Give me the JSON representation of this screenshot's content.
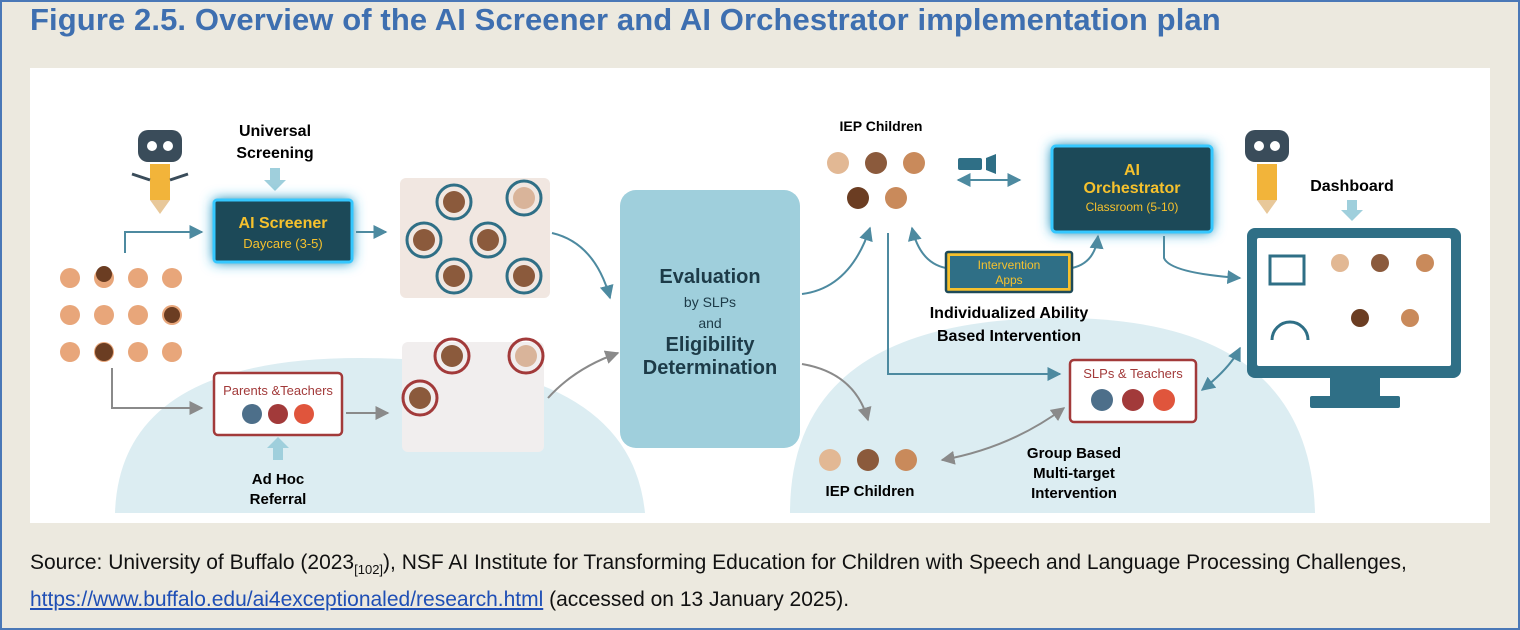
{
  "figure": {
    "title": "Figure 2.5. Overview of the AI Screener and AI Orchestrator implementation plan"
  },
  "diagram": {
    "universal_screening": [
      "Universal",
      "Screening"
    ],
    "ai_screener": {
      "title": "AI Screener",
      "subtitle": "Daycare (3-5)"
    },
    "parents_teachers": "Parents &Teachers",
    "ad_hoc_referral": [
      "Ad Hoc",
      "Referral"
    ],
    "evaluation": {
      "line1": "Evaluation",
      "line2": "by SLPs",
      "line3": "and",
      "line4": "Eligibility",
      "line5": "Determination"
    },
    "iep_children_top": "IEP Children",
    "iep_children_bottom": "IEP Children",
    "ai_orchestrator": {
      "line1": "AI",
      "line2": "Orchestrator",
      "subtitle": "Classroom (5-10)"
    },
    "dashboard": "Dashboard",
    "intervention_apps": [
      "Intervention",
      "Apps"
    ],
    "individualized": [
      "Individualized Ability",
      "Based Intervention"
    ],
    "slps_teachers": "SLPs & Teachers",
    "group_based": [
      "Group Based",
      "Multi-target",
      "Intervention"
    ]
  },
  "colors": {
    "title_blue": "#3e6fb0",
    "teal_box": "#9fcfdc",
    "dark_box": "#1e4a58",
    "glow": "#35c8ff",
    "gold": "#f6c12d",
    "maroon": "#a23a3a",
    "arc_fill": "#dcedf2"
  },
  "source": {
    "prefix": "Source: University of Buffalo (2023",
    "ref": "[102]",
    "middle": "), NSF AI Institute for Transforming Education for Children with Speech and Language Processing Challenges, ",
    "link": "https://www.buffalo.edu/ai4exceptionaled/research.html",
    "suffix": " (accessed on 13 January 2025)."
  }
}
